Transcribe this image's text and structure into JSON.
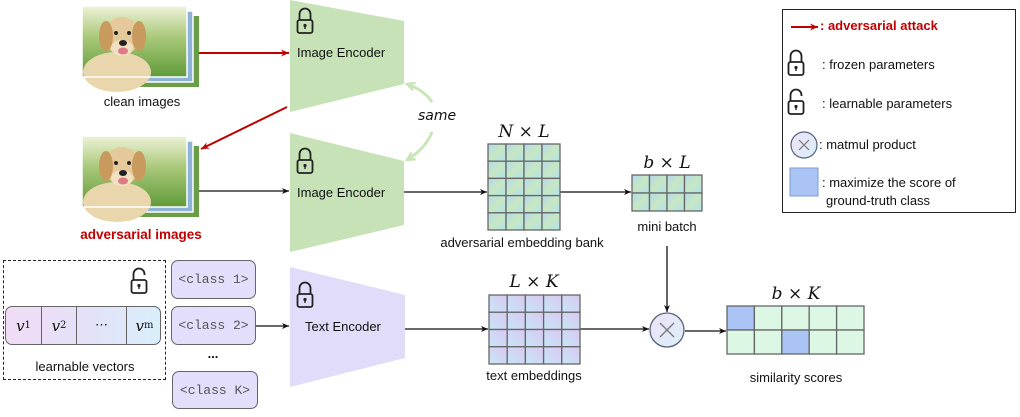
{
  "diagram": {
    "clean_images_label": "clean images",
    "adversarial_images_label": "adversarial images",
    "image_encoder_top_label": "Image Encoder",
    "image_encoder_bottom_label": "Image Encoder",
    "text_encoder_label": "Text Encoder",
    "same_label": "same",
    "bank": {
      "dims": "N × L",
      "label": "adversarial embedding bank",
      "rows": 5,
      "cols": 4
    },
    "mini_batch": {
      "dims": "b × L",
      "label": "mini batch",
      "rows": 2,
      "cols": 4
    },
    "text_embeddings": {
      "dims": "L × K",
      "label": "text embeddings",
      "rows": 4,
      "cols": 5
    },
    "similarity": {
      "dims": "b × K",
      "label": "similarity scores",
      "rows": 2,
      "cols": 5,
      "highlighted_cells": [
        [
          0,
          0
        ],
        [
          1,
          2
        ]
      ]
    },
    "learnable_vectors": {
      "label": "learnable vectors",
      "tokens": [
        {
          "base": "v",
          "sub": "1"
        },
        {
          "base": "v",
          "sub": "2"
        },
        {
          "base": "⋯",
          "sub": ""
        },
        {
          "base": "v",
          "sub": "m"
        }
      ]
    },
    "class_tokens": [
      "<class 1>",
      "<class 2>",
      "<class K>"
    ],
    "class_ellipsis": "..."
  },
  "legend": {
    "adversarial_attack": ": adversarial attack",
    "frozen": ": frozen parameters",
    "learnable": ": learnable parameters",
    "matmul": ": matmul product",
    "maximize_line1": ": maximize the score of",
    "maximize_line2": "ground-truth class"
  },
  "colors": {
    "attack_red": "#c00000",
    "image_encoder_green": "#c6e2b6",
    "text_encoder_purple": "#e0dcfa",
    "highlight_blue": "#a9c4f5",
    "similarity_green": "#dcf7e3",
    "same_arrow_green": "#c8e6b8"
  }
}
